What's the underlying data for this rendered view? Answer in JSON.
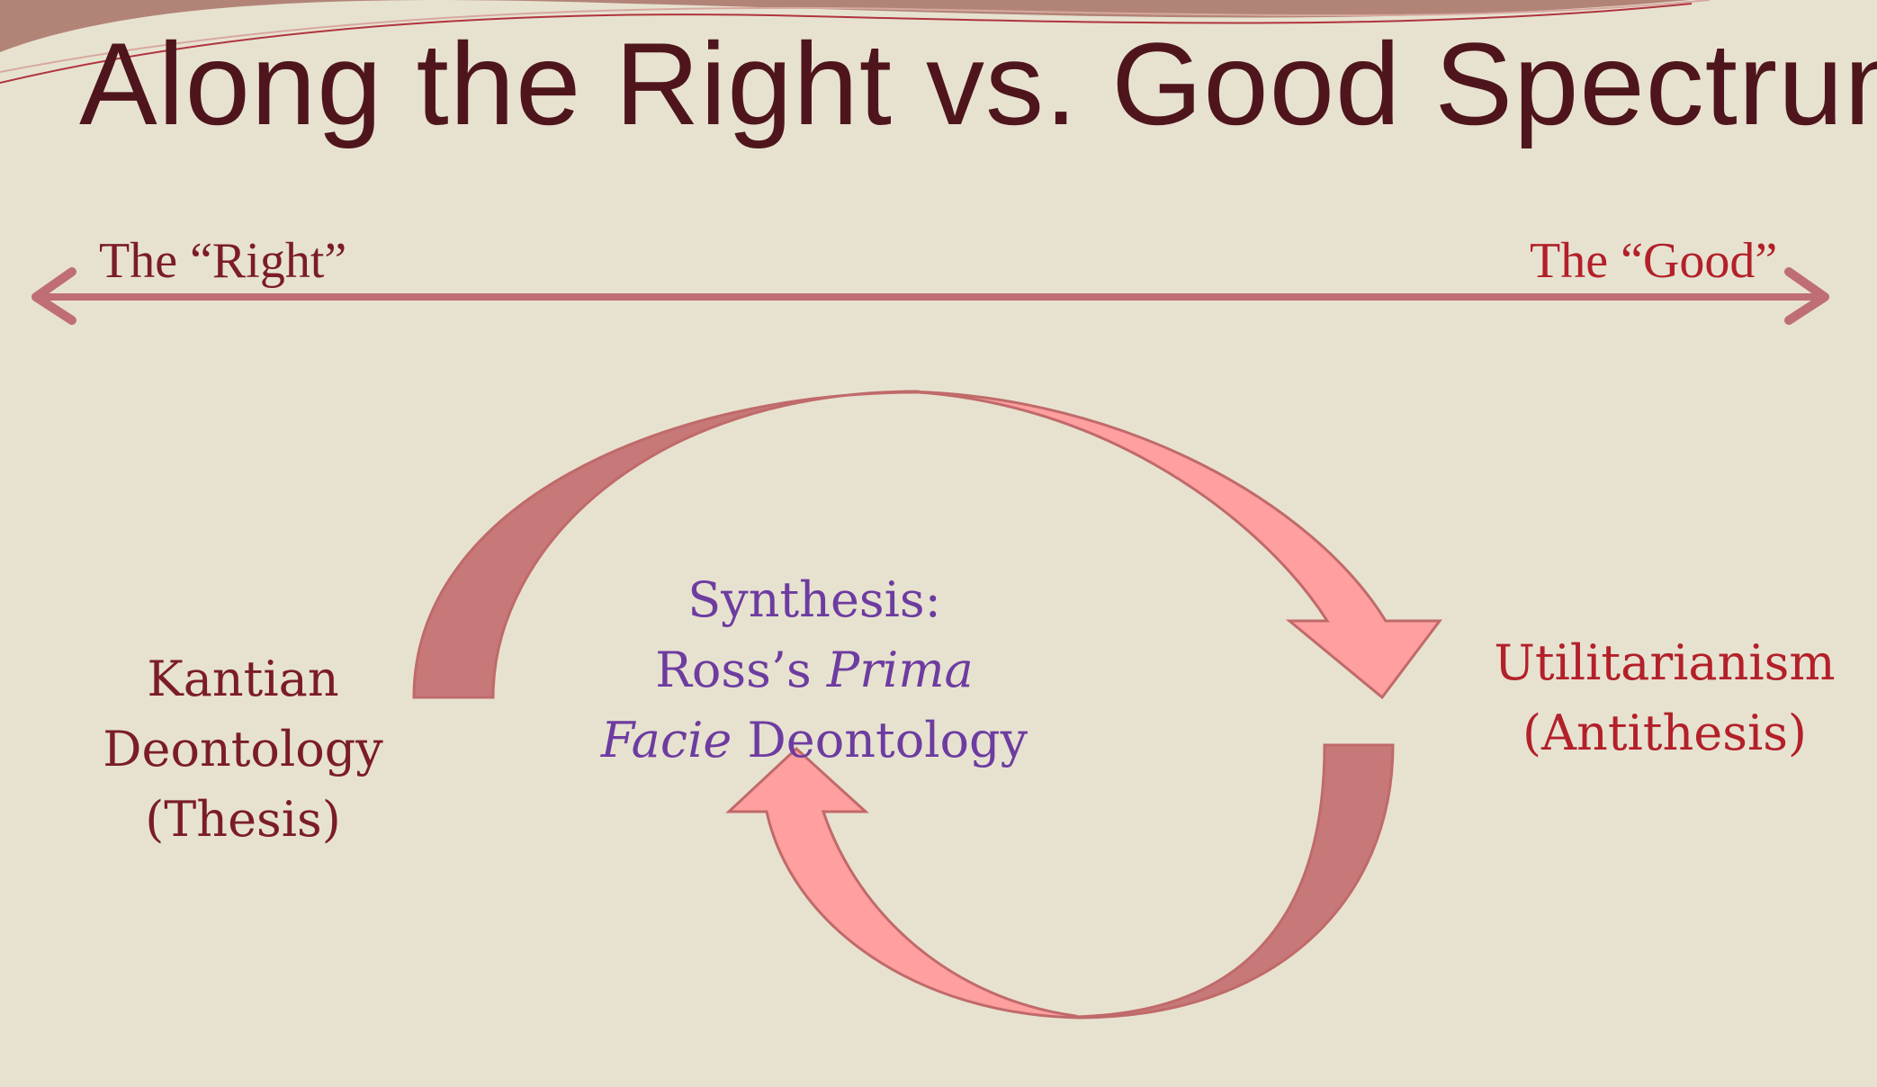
{
  "title": "Along the Right vs. Good Spectrum",
  "spectrum": {
    "left_label": "The “Right”",
    "right_label": "The “Good”"
  },
  "thesis": {
    "line1": "Kantian",
    "line2": "Deontology",
    "line3": "(Thesis)"
  },
  "antithesis": {
    "line1": "Utilitarianism",
    "line2": "(Antithesis)"
  },
  "synthesis": {
    "line1": "Synthesis:",
    "line2_plain": "Ross’s ",
    "line2_italic": "Prima",
    "line3_italic": "Facie",
    "line3_plain": " Deontology"
  },
  "colors": {
    "background": "#e7e2d0",
    "title": "#4f151c",
    "thesis": "#7b1c2a",
    "antithesis": "#b3202a",
    "synthesis": "#6d3ca0",
    "arrow_dark": "#c77878",
    "arrow_light": "#ff9f9f",
    "spectrum_line": "#bf6d76"
  }
}
